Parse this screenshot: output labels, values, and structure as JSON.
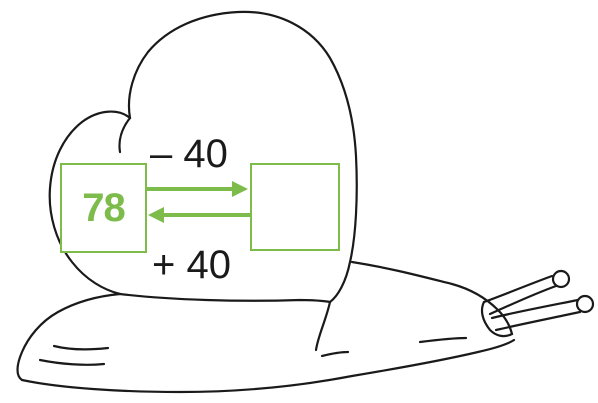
{
  "puzzle": {
    "start_value": "78",
    "forward_operation": "– 40",
    "backward_operation": "+ 40",
    "result_value": ""
  },
  "colors": {
    "accent": "#7dbb4b",
    "outline": "#1a1a1a",
    "background": "#ffffff"
  },
  "icons": {
    "snail": "snail-drawing",
    "forward_arrow": "arrow-right-icon",
    "backward_arrow": "arrow-left-icon"
  }
}
